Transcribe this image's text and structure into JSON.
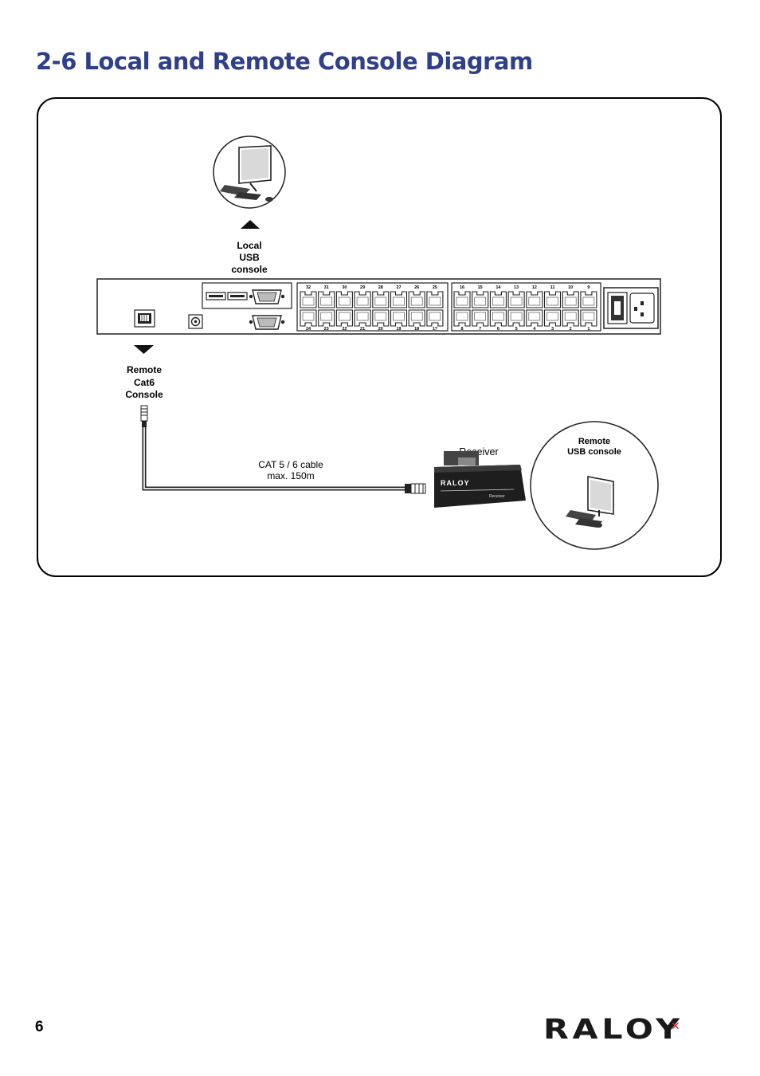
{
  "page": {
    "title": "2-6  Local and Remote Console Diagram",
    "page_number": "6",
    "logo_text": "RALOY"
  },
  "diagram": {
    "local_console": {
      "line1": "Local",
      "line2": "USB",
      "line3": "console"
    },
    "remote_cat6": {
      "line1": "Remote",
      "line2": "Cat6",
      "line3": "Console"
    },
    "cable": {
      "line1": "CAT 5 / 6 cable",
      "line2": "max. 150m"
    },
    "receiver": {
      "label": "Receiver",
      "brand": "RALOY",
      "panel_text": "Receiver"
    },
    "remote_usb": {
      "line1": "Remote",
      "line2": "USB console"
    },
    "ports_top": [
      "32",
      "31",
      "30",
      "29",
      "28",
      "27",
      "26",
      "25",
      "16",
      "15",
      "14",
      "13",
      "12",
      "11",
      "10",
      "9"
    ],
    "ports_bottom": [
      "24",
      "23",
      "22",
      "21",
      "20",
      "19",
      "18",
      "17",
      "8",
      "7",
      "6",
      "5",
      "4",
      "3",
      "2",
      "1"
    ]
  }
}
